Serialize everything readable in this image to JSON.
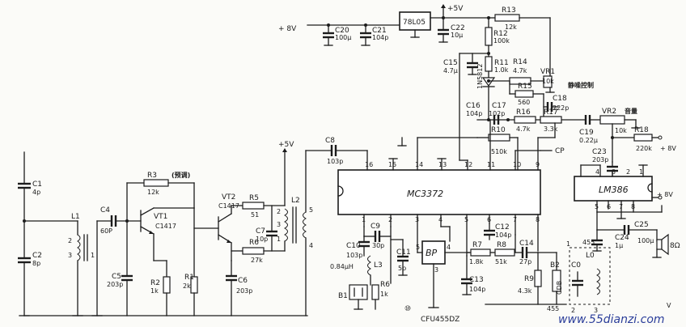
{
  "power": {
    "plus8v_left": "+ 8V",
    "plus5v_top": "+5V",
    "plus5v_left": "+5V",
    "plus8v_right": "+ 8V",
    "plus8v_lm": "+ 8V"
  },
  "chips": {
    "mc3372": "MC3372",
    "lm386": "LM386",
    "reg": "78L05",
    "bp": "BP",
    "bp_part": "CFU455DZ"
  },
  "annotations": {
    "squelch": "静噪控制",
    "volume": "音量",
    "tuning": "(预调)",
    "circle_num": "⑩",
    "cp": "CP",
    "speaker": "8Ω",
    "watermark": "www.55dianzi.com",
    "lo_freq": "455",
    "lo_freq2": "455",
    "corner_v": "V"
  },
  "parts": {
    "C1": {
      "ref": "C1",
      "val": "4p"
    },
    "C2": {
      "ref": "C2",
      "val": "8p"
    },
    "L1": {
      "ref": "L1"
    },
    "C4": {
      "ref": "C4",
      "val": "60P"
    },
    "VT1": {
      "ref": "VT1",
      "val": "C1417"
    },
    "VT2": {
      "ref": "VT2",
      "val": "C1417"
    },
    "R3": {
      "ref": "R3",
      "val": "12k"
    },
    "R5": {
      "ref": "R5",
      "val": "51"
    },
    "R6": {
      "ref": "R6",
      "val": "27k"
    },
    "C5": {
      "ref": "C5",
      "val": "203p"
    },
    "R2": {
      "ref": "R2",
      "val": "1k"
    },
    "R1": {
      "ref": "R1",
      "val": "2k"
    },
    "C6": {
      "ref": "C6",
      "val": "203p"
    },
    "C7": {
      "ref": "C7",
      "val": "10p"
    },
    "L2": {
      "ref": "L2"
    },
    "C8": {
      "ref": "C8",
      "val": "103p"
    },
    "C20": {
      "ref": "C20",
      "val": "100μ"
    },
    "C21": {
      "ref": "C21",
      "val": "104p"
    },
    "C22": {
      "ref": "C22",
      "val": "10μ"
    },
    "R13": {
      "ref": "R13",
      "val": "12k"
    },
    "R12": {
      "ref": "R12",
      "val": "100k"
    },
    "C15": {
      "ref": "C15",
      "val": "4.7μ"
    },
    "R11": {
      "ref": "R11",
      "val": "1.0k"
    },
    "D1": {
      "ref": "1N5812"
    },
    "R14": {
      "ref": "R14",
      "val": "4.7k"
    },
    "VR1": {
      "ref": "VR1",
      "val": "10k"
    },
    "R15": {
      "ref": "R15",
      "val": "560"
    },
    "C18": {
      "ref": "C18",
      "val": "222p"
    },
    "C16": {
      "ref": "C16",
      "val": "104p"
    },
    "C17": {
      "ref": "C17",
      "val": "102p"
    },
    "R16": {
      "ref": "R16",
      "val": "4.7k"
    },
    "R17": {
      "ref": "R17",
      "val": "3.3k"
    },
    "VR2": {
      "ref": "VR2",
      "val": "10k"
    },
    "C19": {
      "ref": "C19",
      "val": "0.22μ"
    },
    "R18": {
      "ref": "R18",
      "val": "220k"
    },
    "R10": {
      "ref": "R10",
      "val": "510k"
    },
    "C23": {
      "ref": "C23",
      "val": "203p"
    },
    "C9": {
      "ref": "C9",
      "val": "30p"
    },
    "C10": {
      "ref": "C10",
      "val": "103p"
    },
    "L3": {
      "ref": "L3",
      "val": "0.84μH"
    },
    "C11": {
      "ref": "C11",
      "val": "5p"
    },
    "B1": {
      "ref": "B1"
    },
    "R6b": {
      "ref": "R6",
      "val": "1k"
    },
    "C12": {
      "ref": "C12",
      "val": "104p"
    },
    "C13": {
      "ref": "C13",
      "val": "104p"
    },
    "R7": {
      "ref": "R7",
      "val": "1.8k"
    },
    "R8": {
      "ref": "R8",
      "val": "51k"
    },
    "C14": {
      "ref": "C14",
      "val": "27p"
    },
    "R9": {
      "ref": "R9",
      "val": "4.3k"
    },
    "B2": {
      "ref": "B2",
      "val": "CDB"
    },
    "L0": {
      "ref": "L0"
    },
    "C0": {
      "ref": "C0"
    },
    "C24": {
      "ref": "C24",
      "val": "1μ"
    },
    "C25": {
      "ref": "C25",
      "val": "100μ"
    }
  },
  "pins": {
    "mc_top": [
      "16",
      "15",
      "14",
      "13",
      "12",
      "11",
      "10",
      "9"
    ],
    "mc_bot": [
      "1",
      "2",
      "3",
      "4",
      "5",
      "6",
      "7",
      "8"
    ],
    "lm_top": [
      "4",
      "3",
      "2",
      "1"
    ],
    "lm_bot": [
      "5",
      "6",
      "7",
      "8"
    ],
    "bp": [
      "5",
      "4",
      "3"
    ],
    "l1": [
      "2",
      "3",
      "1"
    ],
    "l2": [
      "2",
      "3",
      "1",
      "5",
      "4"
    ],
    "l0": [
      "1",
      "2",
      "3"
    ]
  }
}
